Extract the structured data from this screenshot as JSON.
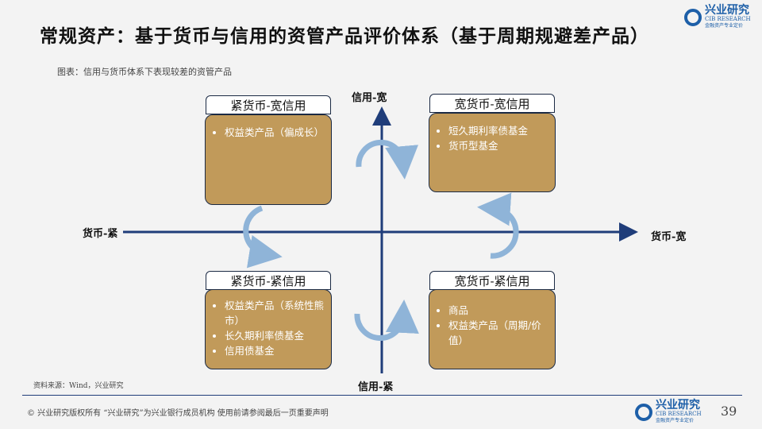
{
  "title": "常规资产：基于货币与信用的资管产品评价体系（基于周期规避差产品）",
  "subtitle": "图表：信用与货币体系下表现较差的资管产品",
  "logo": {
    "name": "兴业研究",
    "en": "CIB RESEARCH",
    "slogan": "金融资产专业定价"
  },
  "axes": {
    "top": "信用-宽",
    "bottom": "信用-紧",
    "left": "货币-紧",
    "right": "货币-宽"
  },
  "quadrants": [
    {
      "title": "紧货币-宽信用",
      "items": [
        "权益类产品（偏成长）"
      ]
    },
    {
      "title": "宽货币-宽信用",
      "items": [
        "短久期利率债基金",
        "货币型基金"
      ]
    },
    {
      "title": "紧货币-紧信用",
      "items": [
        "权益类产品（系统性熊市）",
        "长久期利率债基金",
        "信用债基金"
      ]
    },
    {
      "title": "宽货币-紧信用",
      "items": [
        "商品",
        "权益类产品（周期/价值）"
      ]
    }
  ],
  "source": "资料来源：Wind，兴业研究",
  "footer": "©  兴业研究版权所有   “兴业研究”为兴业银行成员机构   使用前请参阅最后一页重要声明",
  "page_number": "39",
  "colors": {
    "axis": "#1f3d7a",
    "box": "#c19a5a",
    "arrow": "#8fb4d8"
  }
}
